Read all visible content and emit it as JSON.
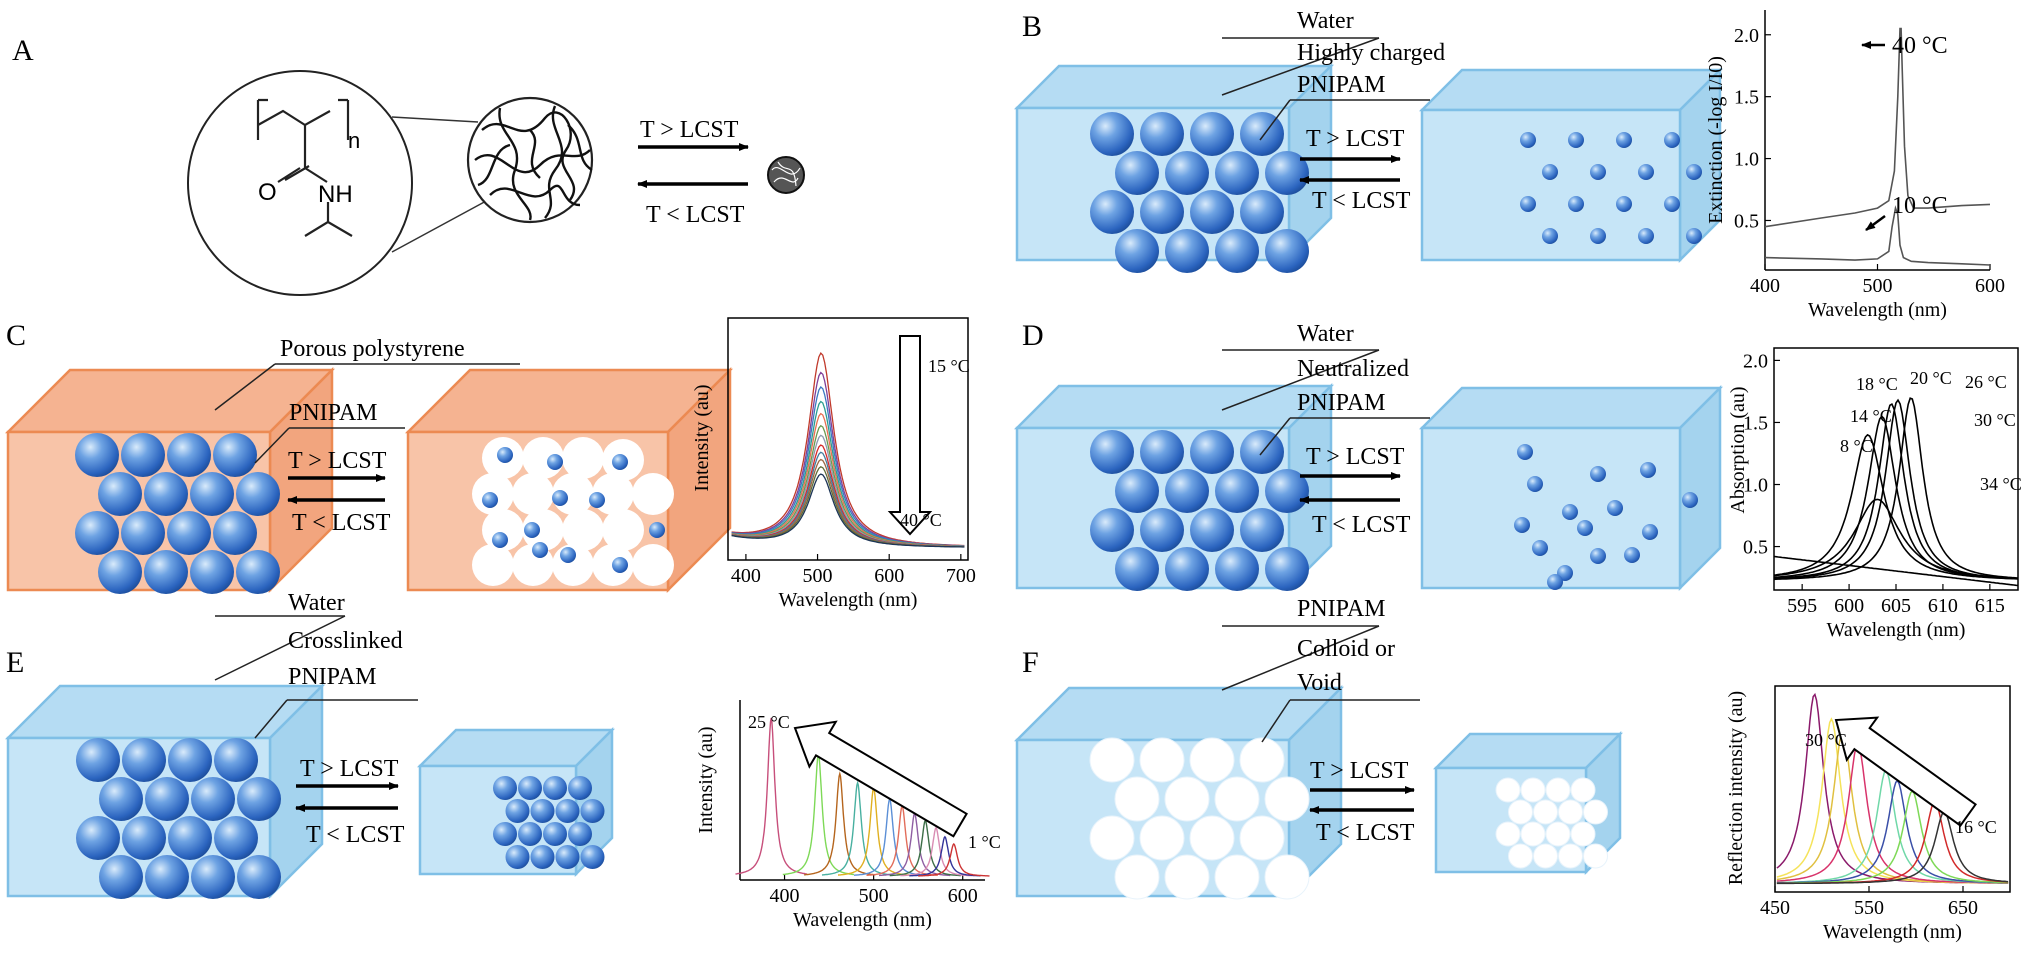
{
  "figure": {
    "panelA": {
      "letter": "A",
      "subscript": "n",
      "atom_o": "O",
      "atom_nh": "NH",
      "arrow_top": "T > LCST",
      "arrow_bottom": "T < LCST"
    },
    "panelB": {
      "letter": "B",
      "labels": [
        "Water",
        "Highly charged",
        "PNIPAM"
      ],
      "arrow_top": "T > LCST",
      "arrow_bottom": "T < LCST"
    },
    "panelC": {
      "letter": "C",
      "labels": [
        "Porous polystyrene",
        "PNIPAM"
      ],
      "arrow_top": "T > LCST",
      "arrow_bottom": "T < LCST"
    },
    "panelD": {
      "letter": "D",
      "labels": [
        "Water",
        "Neutralized",
        "PNIPAM"
      ],
      "arrow_top": "T > LCST",
      "arrow_bottom": "T < LCST"
    },
    "panelE": {
      "letter": "E",
      "labels": [
        "Water",
        "Crosslinked",
        "PNIPAM"
      ],
      "arrow_top": "T > LCST",
      "arrow_bottom": "T < LCST"
    },
    "panelF": {
      "letter": "F",
      "labels": [
        "PNIPAM",
        "Colloid or",
        "Void"
      ],
      "arrow_top": "T > LCST",
      "arrow_bottom": "T < LCST"
    },
    "colors": {
      "water_face": "#c6e5f7",
      "water_top": "#b5dcf3",
      "water_side": "#a4d3ee",
      "water_edge": "#7fbfe6",
      "polystyrene_face": "#f8c4a8",
      "polystyrene_top": "#f5b391",
      "polystyrene_side": "#f2a57e",
      "polystyrene_edge": "#ec8a52",
      "sphere_light": "#cfe3f8",
      "sphere_mid": "#4f86d6",
      "sphere_dark": "#1c4f9e"
    }
  },
  "chart_data": [
    {
      "panel": "B",
      "type": "line",
      "xlabel": "Wavelength (nm)",
      "ylabel": "Extinction (-log I/I0)",
      "xlim": [
        400,
        600
      ],
      "ylim": [
        0.1,
        2.2
      ],
      "xticks": [
        400,
        500,
        600
      ],
      "yticks": [
        0.5,
        1.0,
        1.5,
        2.0
      ],
      "ytick_labels": [
        "0.5",
        "1.0",
        "1.5",
        "2.0"
      ],
      "series": [
        {
          "name": "40 °C",
          "color": "#555555",
          "x": [
            400,
            450,
            480,
            500,
            510,
            515,
            518,
            520,
            521,
            522,
            524,
            527,
            532,
            545,
            575,
            600
          ],
          "y": [
            0.45,
            0.52,
            0.56,
            0.6,
            0.66,
            0.9,
            1.5,
            2.05,
            2.05,
            1.7,
            1.1,
            0.7,
            0.6,
            0.6,
            0.62,
            0.63
          ]
        },
        {
          "name": "10 °C",
          "color": "#555555",
          "x": [
            400,
            450,
            480,
            500,
            510,
            513,
            516,
            518,
            520,
            523,
            530,
            545,
            575,
            600
          ],
          "y": [
            0.2,
            0.19,
            0.18,
            0.19,
            0.25,
            0.45,
            0.6,
            0.55,
            0.3,
            0.2,
            0.17,
            0.16,
            0.15,
            0.14
          ]
        }
      ],
      "annotations": [
        "40 °C",
        "10 °C"
      ]
    },
    {
      "panel": "C",
      "type": "line",
      "xlabel": "Wavelength (nm)",
      "ylabel": "Intensity (au)",
      "xlim": [
        375,
        710
      ],
      "ylim": [
        0,
        1
      ],
      "xticks": [
        400,
        500,
        600,
        700
      ],
      "peak_x": 505,
      "series": [
        {
          "color": "#c0392b",
          "peak": 0.8
        },
        {
          "color": "#7f3f98",
          "peak": 0.72
        },
        {
          "color": "#3b78c2",
          "peak": 0.66
        },
        {
          "color": "#2a9d8f",
          "peak": 0.6
        },
        {
          "color": "#e76f51",
          "peak": 0.55
        },
        {
          "color": "#6a994e",
          "peak": 0.5
        },
        {
          "color": "#8d99ae",
          "peak": 0.46
        },
        {
          "color": "#d62828",
          "peak": 0.42
        },
        {
          "color": "#457b9d",
          "peak": 0.39
        },
        {
          "color": "#9c6644",
          "peak": 0.36
        },
        {
          "color": "#606c38",
          "peak": 0.33
        },
        {
          "color": "#1d3557",
          "peak": 0.3
        }
      ],
      "annotations": [
        "15 °C",
        "40 °C"
      ]
    },
    {
      "panel": "D",
      "type": "line",
      "xlabel": "Wavelength (nm)",
      "ylabel": "Absorption (au)",
      "xlim": [
        592,
        618
      ],
      "ylim": [
        0.15,
        2.1
      ],
      "xticks": [
        595,
        600,
        605,
        610,
        615
      ],
      "yticks": [
        0.5,
        1.0,
        1.5,
        2.0
      ],
      "ytick_labels": [
        "0.5",
        "1.0",
        "1.5",
        "2.0"
      ],
      "series": [
        {
          "name": "8 °C",
          "center": 602,
          "height": 1.4,
          "width": 4.2
        },
        {
          "name": "14 °C",
          "center": 603.5,
          "height": 1.55,
          "width": 3.6
        },
        {
          "name": "18 °C",
          "center": 604.5,
          "height": 1.65,
          "width": 3.3
        },
        {
          "name": "20 °C",
          "center": 605.2,
          "height": 1.68,
          "width": 3.2
        },
        {
          "name": "26 °C",
          "center": 606.6,
          "height": 1.7,
          "width": 3.1
        },
        {
          "name": "30 °C",
          "center": 603,
          "height": 0.88,
          "width": 6.0
        },
        {
          "name": "34 °C",
          "center": 605,
          "height": 0.25,
          "width": 30
        }
      ],
      "annotations": [
        "18 °C",
        "20 °C",
        "26 °C",
        "14 °C",
        "30 °C",
        "8 °C",
        "34 °C"
      ]
    },
    {
      "panel": "E",
      "type": "line",
      "xlabel": "Wavelength (nm)",
      "ylabel": "Intensity (au)",
      "xlim": [
        350,
        625
      ],
      "ylim": [
        0,
        1
      ],
      "xticks": [
        400,
        500,
        600
      ],
      "series": [
        {
          "color": "#c74f7b",
          "peak_x": 385,
          "peak": 0.88
        },
        {
          "color": "#7ed957",
          "peak_x": 438,
          "peak": 0.68
        },
        {
          "color": "#b5651d",
          "peak_x": 462,
          "peak": 0.57
        },
        {
          "color": "#48b0a0",
          "peak_x": 482,
          "peak": 0.52
        },
        {
          "color": "#e0b020",
          "peak_x": 500,
          "peak": 0.49
        },
        {
          "color": "#5b8fd6",
          "peak_x": 518,
          "peak": 0.43
        },
        {
          "color": "#e26d5a",
          "peak_x": 532,
          "peak": 0.39
        },
        {
          "color": "#8e5ea2",
          "peak_x": 546,
          "peak": 0.35
        },
        {
          "color": "#3c6e47",
          "peak_x": 558,
          "peak": 0.31
        },
        {
          "color": "#d98cb3",
          "peak_x": 570,
          "peak": 0.27
        },
        {
          "color": "#333399",
          "peak_x": 580,
          "peak": 0.22
        },
        {
          "color": "#cc3333",
          "peak_x": 590,
          "peak": 0.18
        }
      ],
      "annotations": [
        "25 °C",
        "1 °C"
      ]
    },
    {
      "panel": "F",
      "type": "line",
      "xlabel": "Wavelength (nm)",
      "ylabel": "Reflection intensity (au)",
      "xlim": [
        450,
        700
      ],
      "ylim": [
        0,
        1
      ],
      "xticks": [
        450,
        550,
        650
      ],
      "series": [
        {
          "color": "#8b1a6b",
          "peak_x": 492,
          "peak": 0.92
        },
        {
          "color": "#f5e35a",
          "peak_x": 510,
          "peak": 0.8
        },
        {
          "color": "#e0c040",
          "peak_x": 522,
          "peak": 0.74
        },
        {
          "color": "#d8336b",
          "peak_x": 538,
          "peak": 0.68
        },
        {
          "color": "#70d8a8",
          "peak_x": 568,
          "peak": 0.55
        },
        {
          "color": "#3a4fa8",
          "peak_x": 580,
          "peak": 0.5
        },
        {
          "color": "#7ed957",
          "peak_x": 596,
          "peak": 0.45
        },
        {
          "color": "#d22a2a",
          "peak_x": 620,
          "peak": 0.4
        },
        {
          "color": "#333333",
          "peak_x": 630,
          "peak": 0.35
        }
      ],
      "annotations": [
        "30 °C",
        "16 °C"
      ]
    }
  ]
}
